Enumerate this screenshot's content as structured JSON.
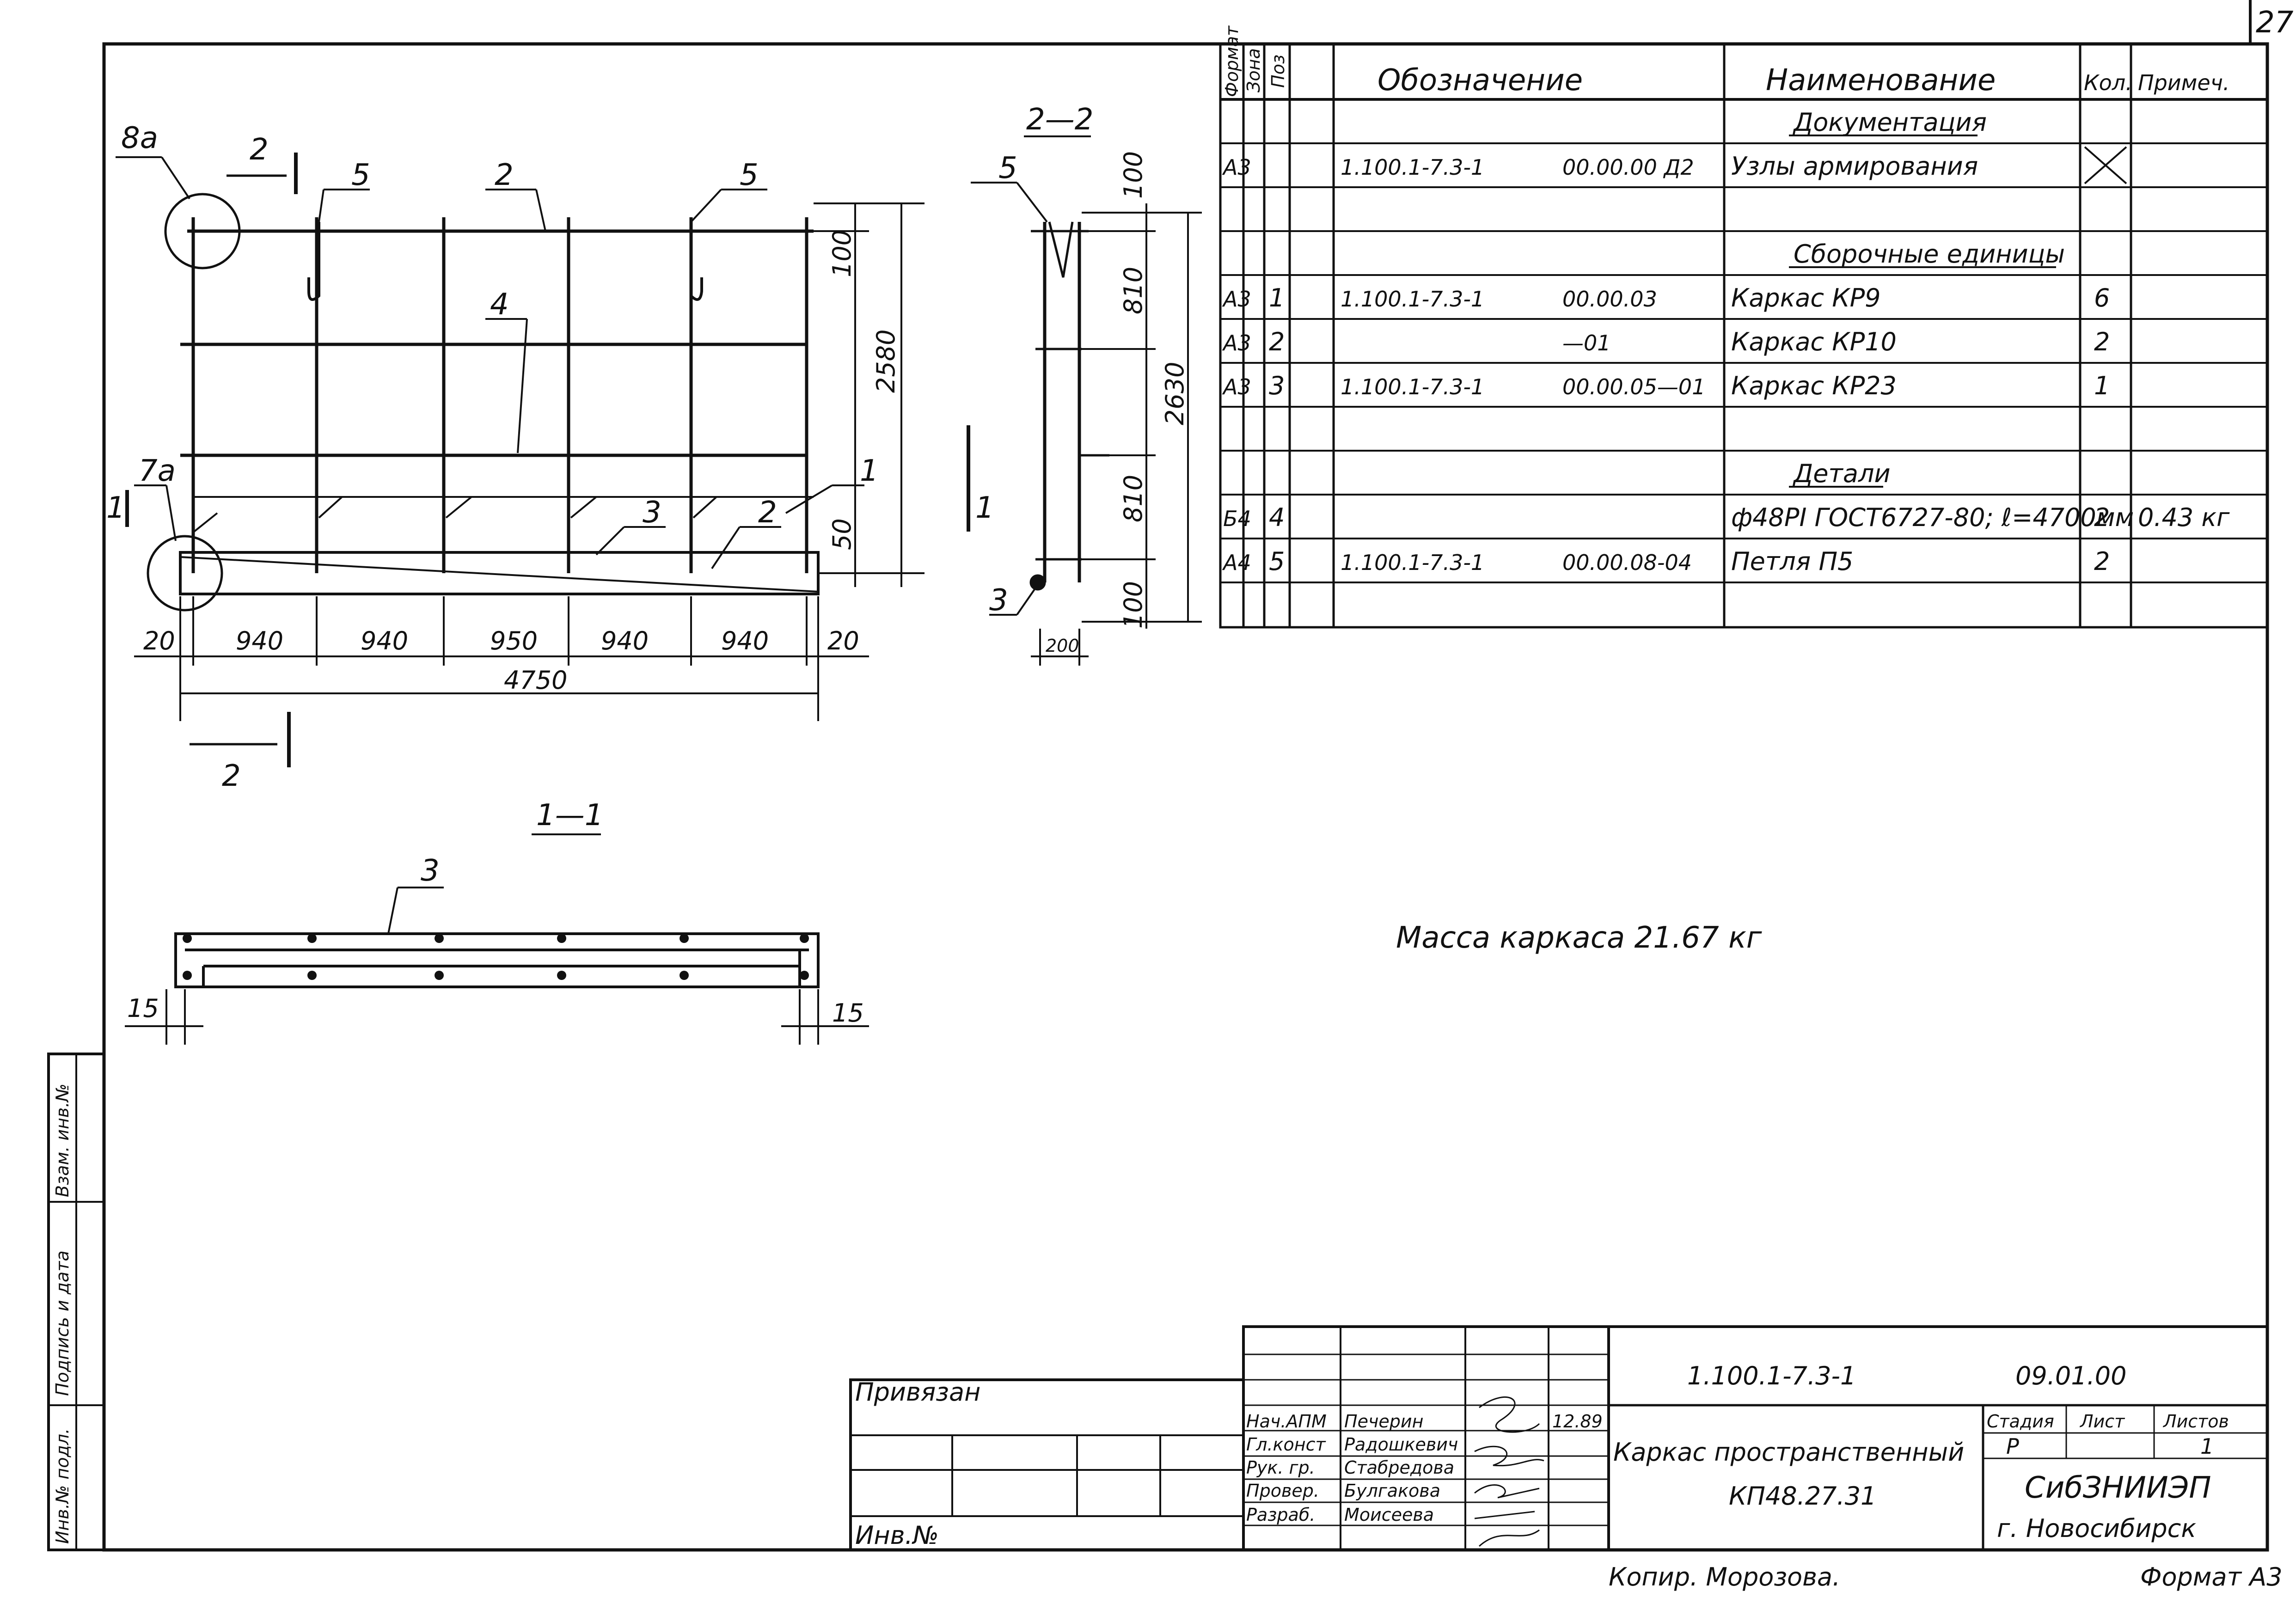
{
  "page_number": "27",
  "plan": {
    "section_22_label": "2—2",
    "section_11_label": "1—1",
    "callouts": {
      "node_8a": "8а",
      "node_7a": "7а",
      "cut_2": "2",
      "cut_1": "1"
    },
    "positions": [
      "5",
      "2",
      "5",
      "4",
      "1",
      "3",
      "2"
    ],
    "dims_horizontal": [
      "20",
      "940",
      "940",
      "950",
      "940",
      "940",
      "20"
    ],
    "dim_total_length": "4750",
    "dims_vertical": [
      "100",
      "2580",
      "50"
    ],
    "section22_dims": [
      "100",
      "810",
      "2630",
      "810",
      "100",
      "200"
    ],
    "section22_positions": [
      "5",
      "3"
    ],
    "section11_position": "3",
    "section11_dims": [
      "15",
      "15"
    ]
  },
  "mass_note": "Масса каркаса 21.67 кг",
  "spec": {
    "headers": {
      "format": "Формат",
      "zone": "Зона",
      "pos": "Поз",
      "designation": "Обозначение",
      "name": "Наименование",
      "qty": "Кол.",
      "note": "Примеч."
    },
    "rows": [
      {
        "format": "",
        "pos": "",
        "designation_a": "",
        "designation_b": "",
        "name": "Документация",
        "qty": "",
        "note": "",
        "kind": "section"
      },
      {
        "format": "А3",
        "pos": "",
        "designation_a": "1.100.1-7.3-1",
        "designation_b": "00.00.00 Д2",
        "name": "Узлы армирования",
        "qty": "",
        "note": "",
        "kind": "item-x"
      },
      {
        "format": "",
        "pos": "",
        "designation_a": "",
        "designation_b": "",
        "name": "",
        "qty": "",
        "note": "",
        "kind": "blank"
      },
      {
        "format": "",
        "pos": "",
        "designation_a": "",
        "designation_b": "",
        "name": "Сборочные единицы",
        "qty": "",
        "note": "",
        "kind": "section"
      },
      {
        "format": "А3",
        "pos": "1",
        "designation_a": "1.100.1-7.3-1",
        "designation_b": "00.00.03",
        "name": "Каркас КР9",
        "qty": "6",
        "note": "",
        "kind": "item"
      },
      {
        "format": "А3",
        "pos": "2",
        "designation_a": "",
        "designation_b": "—01",
        "name": "Каркас КР10",
        "qty": "2",
        "note": "",
        "kind": "item"
      },
      {
        "format": "А3",
        "pos": "3",
        "designation_a": "1.100.1-7.3-1",
        "designation_b": "00.00.05—01",
        "name": "Каркас КР23",
        "qty": "1",
        "note": "",
        "kind": "item"
      },
      {
        "format": "",
        "pos": "",
        "designation_a": "",
        "designation_b": "",
        "name": "",
        "qty": "",
        "note": "",
        "kind": "blank"
      },
      {
        "format": "",
        "pos": "",
        "designation_a": "",
        "designation_b": "",
        "name": "Детали",
        "qty": "",
        "note": "",
        "kind": "section"
      },
      {
        "format": "Б4",
        "pos": "4",
        "designation_a": "",
        "designation_b": "",
        "name": "ф48РI ГОСТ6727-80; ℓ=4700мм",
        "qty": "2",
        "note": "0.43 кг",
        "kind": "item"
      },
      {
        "format": "А4",
        "pos": "5",
        "designation_a": "1.100.1-7.3-1",
        "designation_b": "00.00.08-04",
        "name": "Петля П5",
        "qty": "2",
        "note": "",
        "kind": "item"
      },
      {
        "format": "",
        "pos": "",
        "designation_a": "",
        "designation_b": "",
        "name": "",
        "qty": "",
        "note": "",
        "kind": "blank"
      }
    ]
  },
  "title_block": {
    "bound_label": "Привязан",
    "inv_label": "Инв.№",
    "signers": [
      {
        "role": "Нач.АПМ",
        "name": "Печерин",
        "date": "12.89"
      },
      {
        "role": "Гл.конст",
        "name": "Радошкевич",
        "date": ""
      },
      {
        "role": "Рук. гр.",
        "name": "Стабредова",
        "date": ""
      },
      {
        "role": "Провер.",
        "name": "Булгакова",
        "date": ""
      },
      {
        "role": "Разраб.",
        "name": "Моисеева",
        "date": ""
      }
    ],
    "doc_code": "1.100.1-7.3-1",
    "doc_suffix": "09.01.00",
    "title_line1": "Каркас пространственный",
    "title_line2": "КП48.27.31",
    "stage_label": "Стадия",
    "sheet_label": "Лист",
    "sheets_label": "Листов",
    "stage_value": "Р",
    "sheets_value": "1",
    "org_line1": "СибЗНИИЭП",
    "org_line2": "г. Новосибирск"
  },
  "side_stamp": {
    "inv_podl": "Инв.№ подл.",
    "sign_date": "Подпись и дата",
    "vzam_inv": "Взам. инв.№"
  },
  "footer": {
    "copied_by": "Копир. Морозова.",
    "format": "Формат А3"
  }
}
